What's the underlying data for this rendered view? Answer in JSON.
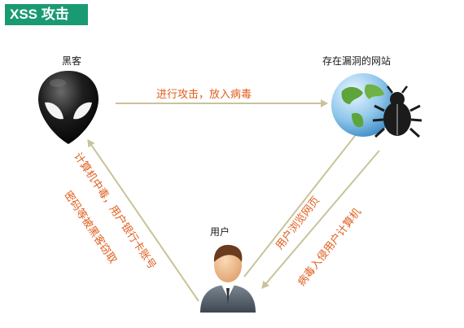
{
  "title": "XSS 攻击",
  "nodes": {
    "hacker": {
      "label": "黑客",
      "icon": "alien-hacker-icon"
    },
    "site": {
      "label": "存在漏洞的网站",
      "icon": "globe-bug-icon"
    },
    "user": {
      "label": "用户",
      "icon": "user-avatar-icon"
    }
  },
  "edges": {
    "attack": "进行攻击，放入病毒",
    "browse": "用户浏览网页",
    "infect": "病毒入侵用户计算机",
    "steal_line1": "计算机中毒，用户银行卡账号",
    "steal_line2": "密码等被黑客窃取"
  },
  "colors": {
    "badge": "#1a9a72",
    "arrow": "#c9c39a",
    "edge_text": "#e05d1c"
  }
}
